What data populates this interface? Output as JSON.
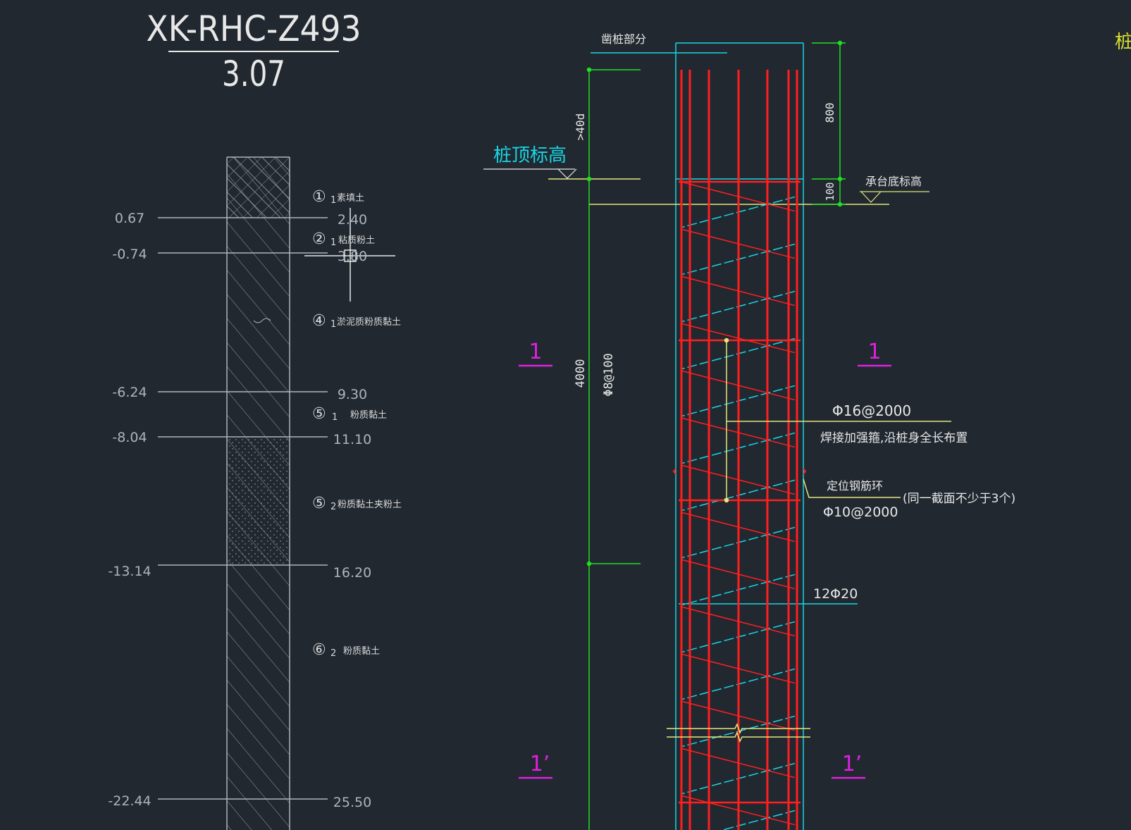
{
  "title": {
    "code": "XK-RHC-Z493",
    "value": "3.07"
  },
  "borehole": {
    "elevations": [
      "0.67",
      "-0.74",
      "-6.24",
      "-8.04",
      "-13.14",
      "-22.44"
    ],
    "depths": [
      "2.40",
      "3.80",
      "9.30",
      "11.10",
      "16.20",
      "25.50"
    ],
    "layers": [
      {
        "num": "①",
        "sub": "1",
        "name": "素填土"
      },
      {
        "num": "②",
        "sub": "1",
        "name": "粘质粉土"
      },
      {
        "num": "④",
        "sub": "1",
        "name": "淤泥质粉质黏土"
      },
      {
        "num": "⑤",
        "sub": "1",
        "name": "粉质黏土"
      },
      {
        "num": "⑤",
        "sub": "2",
        "name": "粉质黏土夹粉土"
      },
      {
        "num": "⑥",
        "sub": "2",
        "name": "粉质黏土"
      }
    ]
  },
  "pile": {
    "cut_label": "凿桩部分",
    "top_label": "桩顶标高",
    "cap_label": "承台底标高",
    "dim_800": "800",
    "dim_100": "100",
    "dim_40d": ">40d",
    "dim_4000": "4000",
    "stirrup": "Φ8@100",
    "stiffener": "Φ16@2000",
    "stiffener_note": "焊接加强箍,沿桩身全长布置",
    "ring_label": "定位钢筋环",
    "ring_spec": "Φ10@2000",
    "ring_note": "(同一截面不少于3个)",
    "main_bar": "12Φ20",
    "section_1": "1",
    "section_1p": "1’",
    "edge_label": "桩"
  },
  "colors": {
    "background": "#212830",
    "red": "#ff1f1f",
    "cyan": "#19d6e6",
    "green": "#22dd22",
    "yellow": "#e6e67a",
    "magenta": "#e020e0",
    "white": "#e8e8e8",
    "gray": "#aeb4ba",
    "title_yellow": "#d8e030"
  }
}
